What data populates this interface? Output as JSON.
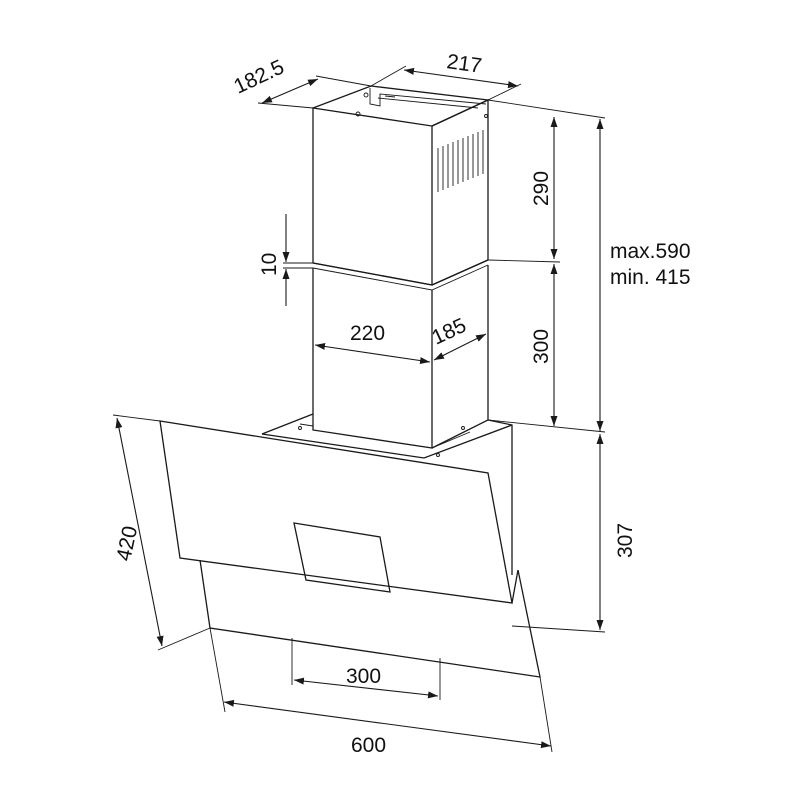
{
  "dimensions": {
    "chimney_top_depth": "182.5",
    "chimney_top_width": "217",
    "upper_chimney_height": "290",
    "overlap": "10",
    "total_height_max": "max.590",
    "total_height_min": "min. 415",
    "lower_chimney_width": "220",
    "lower_chimney_depth": "185",
    "lower_chimney_height": "300",
    "hood_height": "307",
    "glass_panel_height": "420",
    "control_panel_width": "300",
    "hood_width": "600"
  },
  "colors": {
    "line": "#1a1a1a",
    "background": "#ffffff"
  }
}
